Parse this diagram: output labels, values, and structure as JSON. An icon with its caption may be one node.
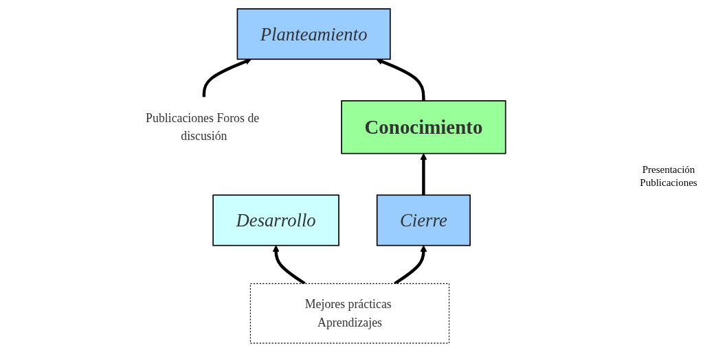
{
  "diagram": {
    "nodes": [
      {
        "text": [
          "Planteamiento"
        ]
      },
      {
        "text": [
          "Desarrollo"
        ]
      },
      {
        "text": [
          "Cierre"
        ]
      },
      {
        "text": [
          "Publicaciones Foros de discusión"
        ]
      },
      {
        "text": [
          "Mejores prácticas Aprendizajes"
        ]
      },
      {
        "text": [
          "Conocimiento"
        ]
      }
    ],
    "edges": [
      {
        "from": 3,
        "to": 0,
        "arrow": "to"
      },
      {
        "from": 4,
        "to": 1,
        "arrow": "to"
      },
      {
        "from": 4,
        "to": 2,
        "arrow": "to"
      },
      {
        "from": 5,
        "to": 0,
        "arrow": "to"
      },
      {
        "from": 2,
        "to": 5,
        "arrow": "to"
      }
    ],
    "labels": [
      "Presentación",
      "Publicaciones"
    ]
  }
}
